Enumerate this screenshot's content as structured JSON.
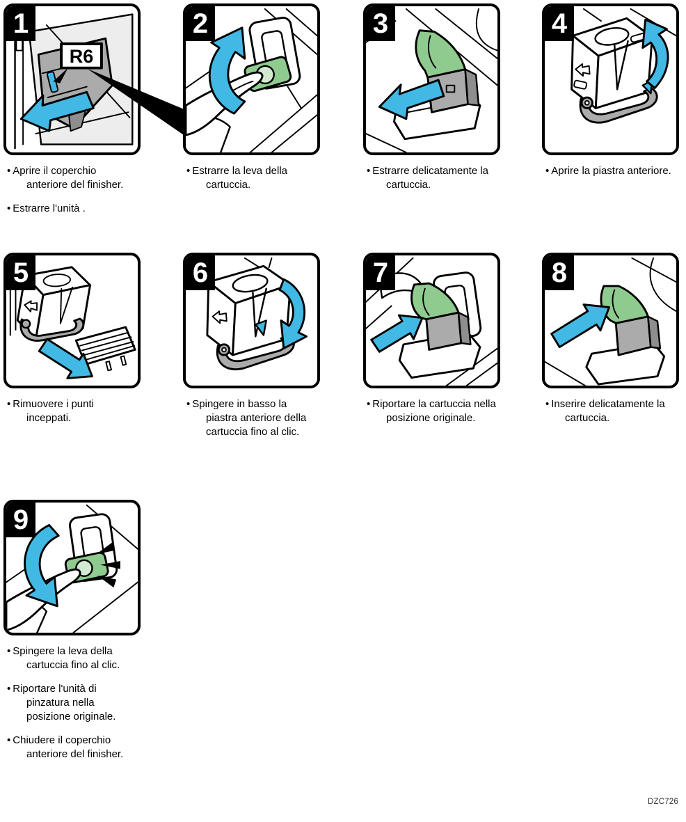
{
  "document": {
    "code": "DZC726",
    "language": "it"
  },
  "ui": {
    "bullet": "•"
  },
  "colors": {
    "cyan": "#41B9E4",
    "green": "#8FCB8F",
    "green_light": "#D3EAD0",
    "gray": "#ABABAB",
    "gray_dark": "#8E8E8E",
    "gray_light": "#EDEDED",
    "ink": "#000000",
    "paper": "#FFFFFF"
  },
  "steps": [
    {
      "number": "1",
      "label": "R6",
      "arrow": "straight-left",
      "captions": [
        "Aprire il coperchio anteriore del finisher.",
        "Estrarre l'unità ."
      ]
    },
    {
      "number": "2",
      "arrow": "curved-up",
      "captions": [
        "Estrarre la leva della cartuccia."
      ]
    },
    {
      "number": "3",
      "arrow": "straight-down-left",
      "captions": [
        "Estrarre delicatamente la cartuccia."
      ]
    },
    {
      "number": "4",
      "arrow": "curved-up",
      "captions": [
        "Aprire la piastra anteriore."
      ]
    },
    {
      "number": "5",
      "arrow": "straight-down-right",
      "captions": [
        "Rimuovere i punti inceppati."
      ]
    },
    {
      "number": "6",
      "arrow": "curved-down",
      "captions": [
        "Spingere in basso la piastra anteriore della cartuccia fino al clic."
      ]
    },
    {
      "number": "7",
      "arrow": "straight-up-right",
      "captions": [
        "Riportare la cartuccia nella posizione originale."
      ]
    },
    {
      "number": "8",
      "arrow": "straight-up-right",
      "captions": [
        "Inserire delicatamente la cartuccia."
      ]
    },
    {
      "number": "9",
      "arrow": "curved-right",
      "captions": [
        "Spingere la leva della cartuccia fino al clic.",
        "Riportare l'unità  di pinzatura nella posizione originale.",
        "Chiudere il coperchio anteriore del finisher."
      ]
    }
  ]
}
